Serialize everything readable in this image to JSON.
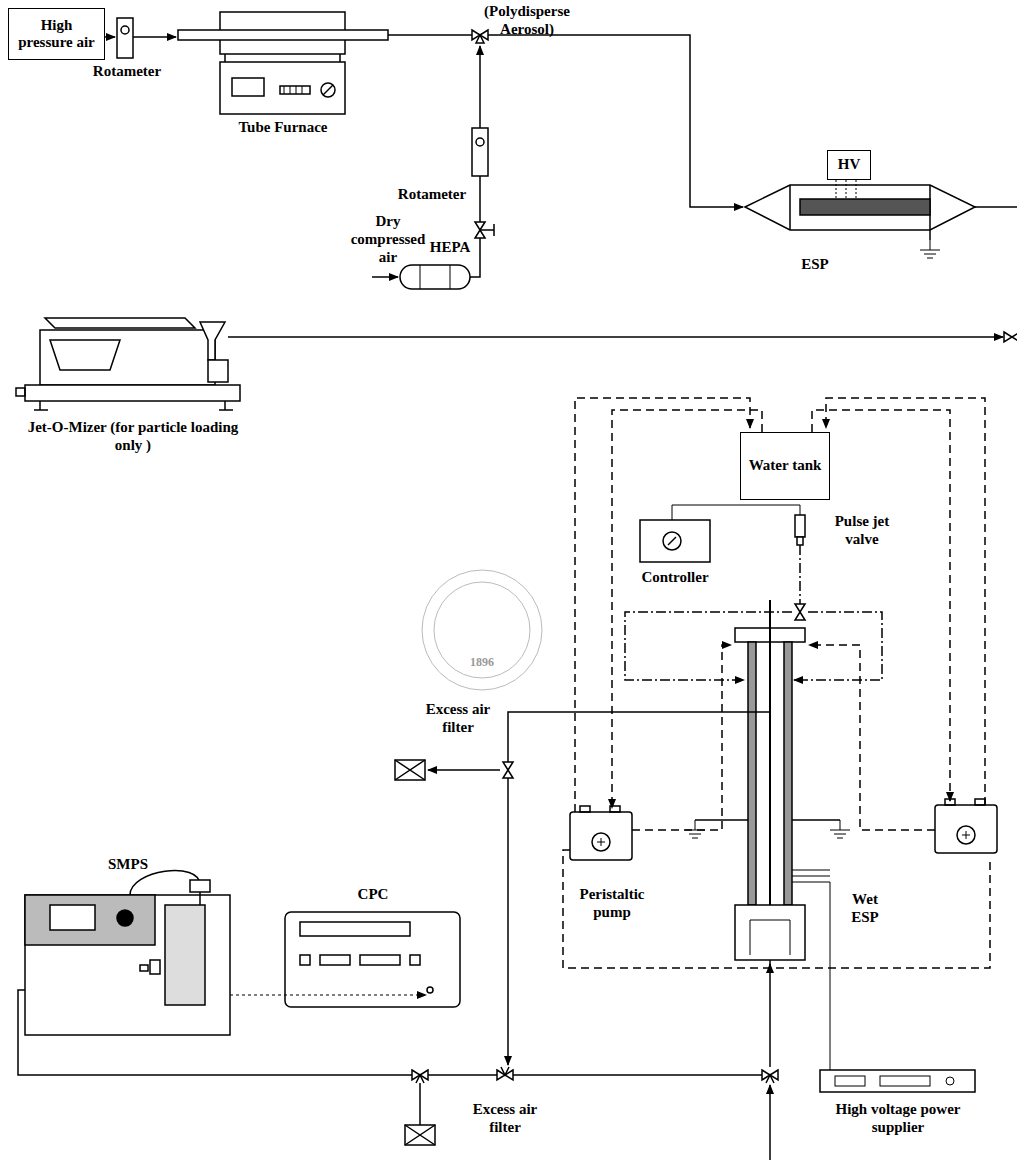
{
  "diagram": {
    "nodes": [
      {
        "text": [
          "High pressure air"
        ]
      },
      {
        "text": [
          "HV"
        ]
      },
      {
        "text": [
          "Water tank"
        ]
      }
    ],
    "labels": [
      "(Polydisperse Aerosol)",
      "Rotameter",
      "Tube Furnace",
      "Rotameter",
      "ESP",
      "Dry compressed air",
      "HEPA",
      "Jet-O-Mizer (for particle loading only )",
      "Controller",
      "Pulse jet valve",
      "Excess air filter",
      "SMPS",
      "CPC",
      "Peristaltic pump",
      "Wet ESP",
      "Excess air filter",
      "High voltage power supplier",
      "1896"
    ]
  }
}
